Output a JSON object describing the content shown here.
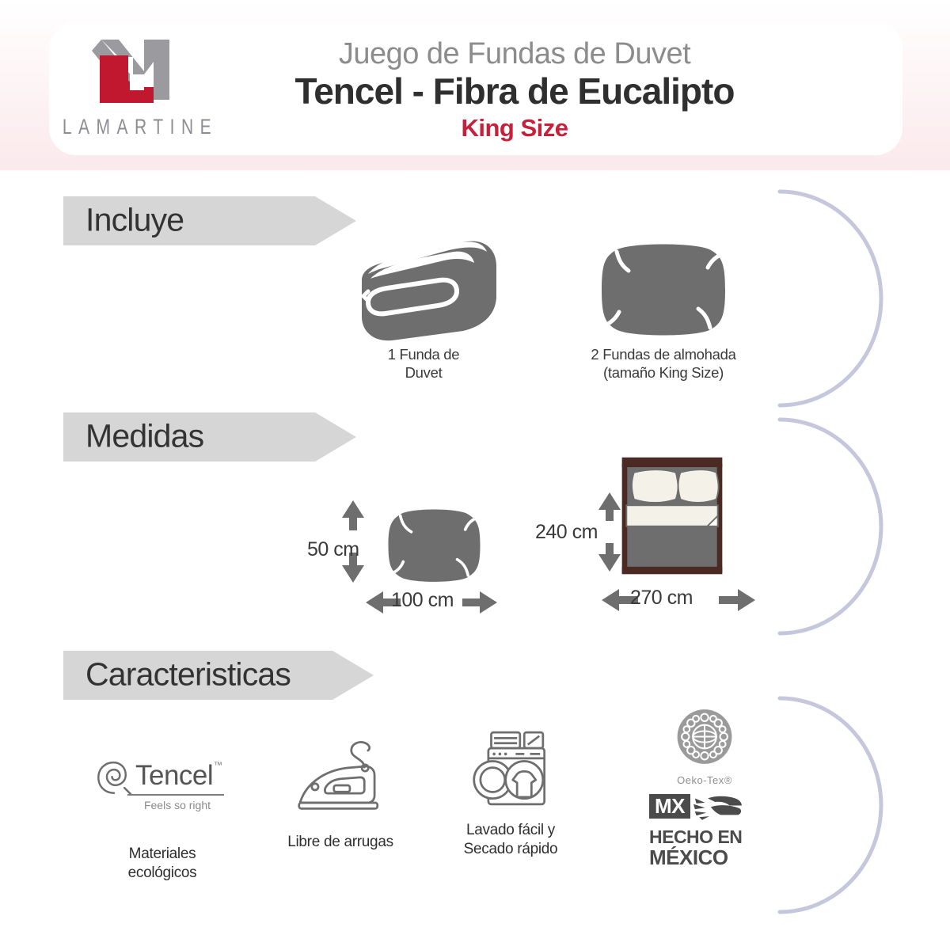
{
  "brand": {
    "wordmark": "LAMARTINE",
    "logo_icon": "lamartine-m-monogram",
    "red": "#c7203a",
    "gray": "#9b9b9f"
  },
  "header": {
    "line1": "Juego de Fundas de Duvet",
    "line2": "Tencel - Fibra de Eucalipto",
    "line3": "King Size"
  },
  "sections": {
    "includes": {
      "banner": "Incluye"
    },
    "measures": {
      "banner": "Medidas"
    },
    "features": {
      "banner": "Caracteristicas"
    }
  },
  "includes_items": [
    {
      "icon": "folded-duvet-icon",
      "caption_line1": "1 Funda de",
      "caption_line2": "Duvet"
    },
    {
      "icon": "pillow-icon",
      "caption_line1": "2 Fundas de almohada",
      "caption_line2": "(tamaño King Size)"
    }
  ],
  "measures_items": [
    {
      "icon": "pillow-icon",
      "height_label": "50 cm",
      "width_label": "100 cm"
    },
    {
      "icon": "bed-top-view-icon",
      "height_label": "240 cm",
      "width_label": "270 cm"
    }
  ],
  "features_items": [
    {
      "icon": "tencel-logo-icon",
      "logo_text": "Tencel",
      "logo_tm": "™",
      "logo_tagline": "Feels so right",
      "caption_line1": "Materiales",
      "caption_line2": "ecológicos"
    },
    {
      "icon": "iron-icon",
      "caption_line1": "Libre de arrugas",
      "caption_line2": ""
    },
    {
      "icon": "washing-machine-icon",
      "caption_line1": "Lavado fácil y",
      "caption_line2": "Secado rápido"
    },
    {
      "icon": "oeko-tex-and-hecho-en-mexico-icon",
      "oeko_label": "Oeko-Tex®",
      "mx_badge": "MX",
      "mx_line1": "HECHO EN",
      "mx_line2": "MÉXICO"
    }
  ],
  "decor": {
    "arc_color": "#c5c8dd",
    "arc_count": 3
  }
}
